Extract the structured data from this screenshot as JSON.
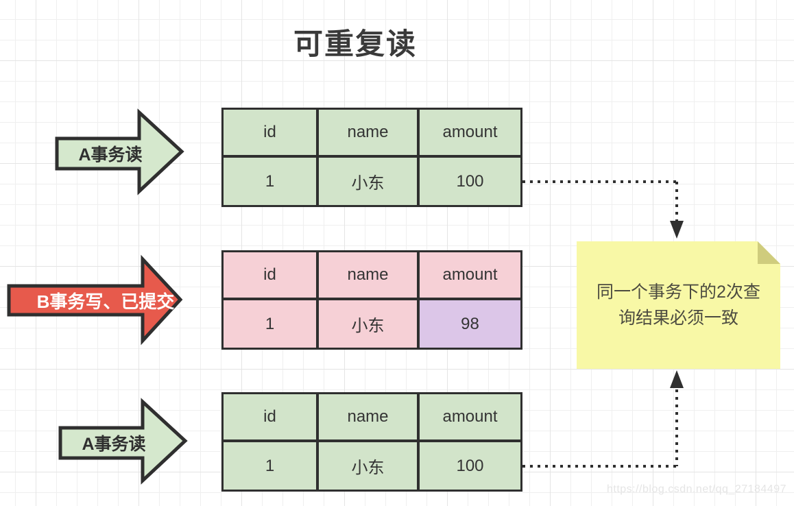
{
  "title": "可重复读",
  "arrows": [
    {
      "label": "A事务读"
    },
    {
      "label": "B事务写、已提交"
    },
    {
      "label": "A事务读"
    }
  ],
  "tables": [
    {
      "headers": [
        "id",
        "name",
        "amount"
      ],
      "row": [
        "1",
        "小东",
        "100"
      ]
    },
    {
      "headers": [
        "id",
        "name",
        "amount"
      ],
      "row": [
        "1",
        "小东",
        "98"
      ]
    },
    {
      "headers": [
        "id",
        "name",
        "amount"
      ],
      "row": [
        "1",
        "小东",
        "100"
      ]
    }
  ],
  "note": {
    "text": "同一个事务下的2次查询结果必须一致"
  },
  "watermark": "https://blog.csdn.net/qq_27184497",
  "colors": {
    "stroke-dark": "#2f2f2f",
    "arrow-green": "#d5e8cd",
    "arrow-red": "#e75a4c",
    "table-green": "#d2e4ca",
    "table-pink": "#f6d0d6",
    "cell-purple": "#dcc6e8",
    "note-yellow": "#f8f8a6",
    "note-fold": "#cfcc7d"
  }
}
